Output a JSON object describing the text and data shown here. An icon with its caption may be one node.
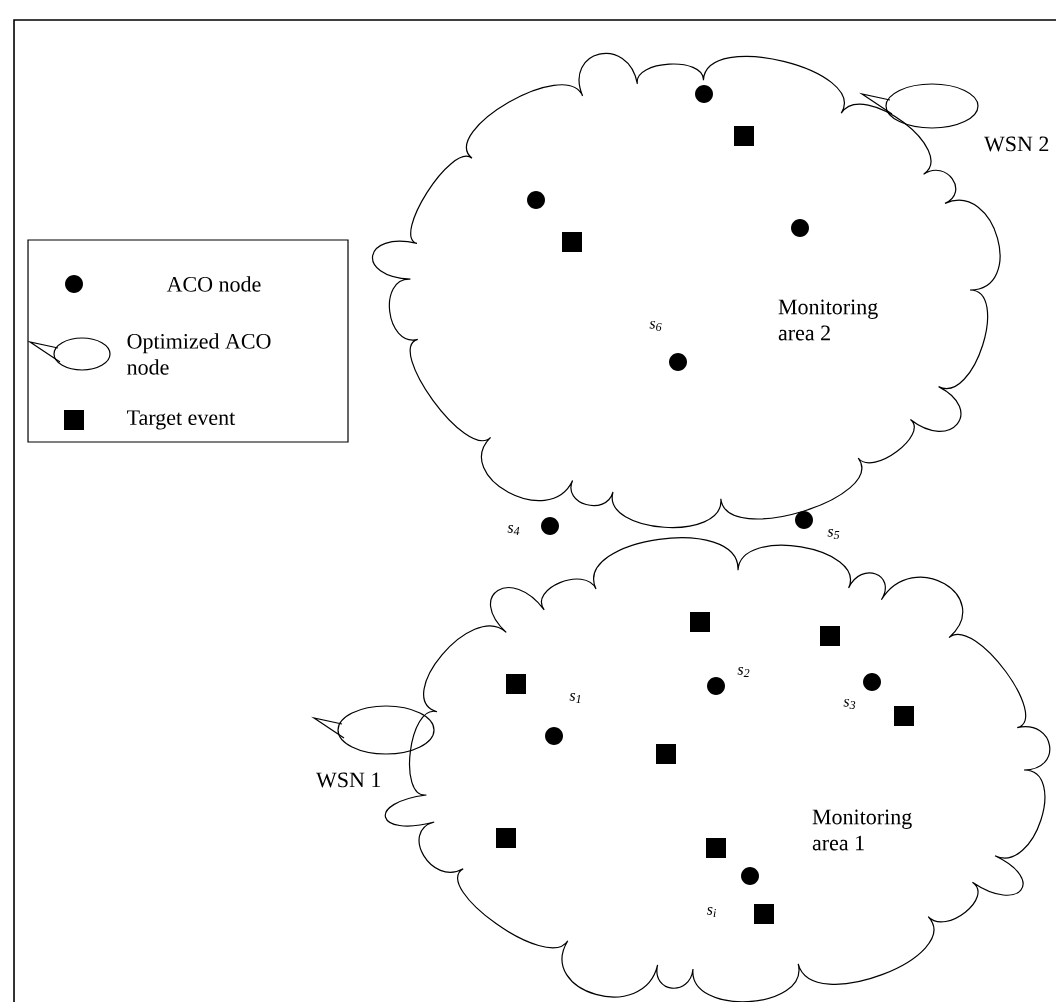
{
  "diagram": {
    "nodes": [
      {
        "text": [
          "Monitoring area 2"
        ]
      },
      {
        "text": [],
        "shape": "ellipse",
        "beside": [
          "WSN 2"
        ]
      },
      {
        "text": [
          "Monitoring area 1"
        ]
      },
      {
        "text": [],
        "shape": "ellipse",
        "beside": [
          "WSN 1"
        ]
      }
    ],
    "labels": [
      "s$_{6}$",
      "s$_{4}$",
      "s$_{5}$",
      "s$_{2}$",
      "s$_{1}$",
      "s$_{3}$",
      "s$_{i}$"
    ],
    "legend": [
      {
        "text": "ACO node"
      },
      {
        "text": "Optimized ACO node"
      },
      {
        "text": "Target event"
      }
    ]
  }
}
